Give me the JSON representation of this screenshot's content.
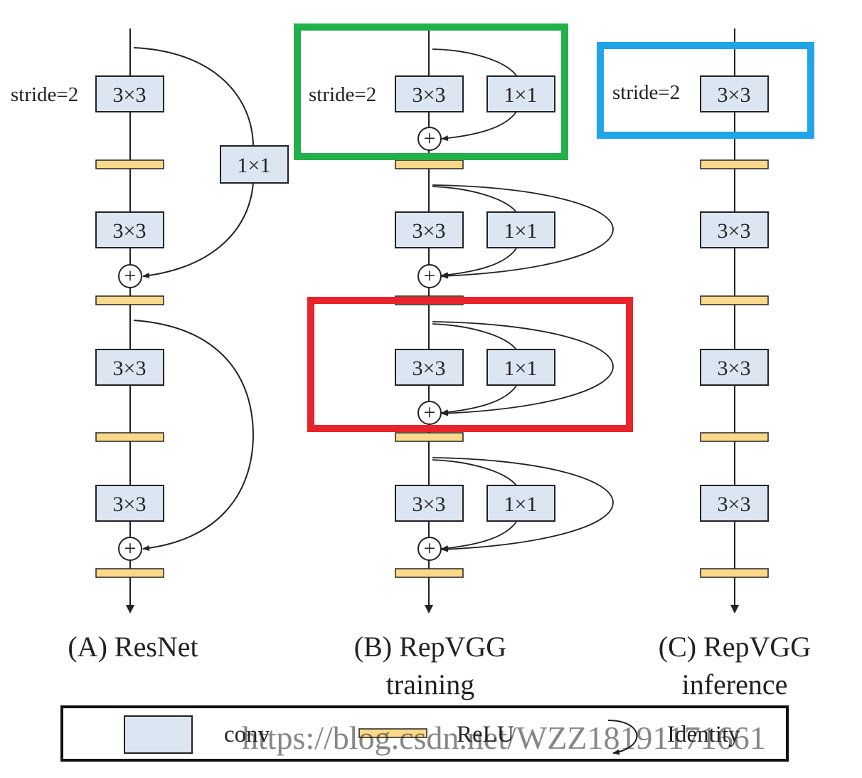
{
  "labels": {
    "conv3": "3×3",
    "conv1": "1×1",
    "stride": "stride=2",
    "plus": "+"
  },
  "captions": {
    "a": "(A) ResNet",
    "b_line1": "(B) RepVGG",
    "b_line2": "training",
    "c_line1": "(C) RepVGG",
    "c_line2": "inference"
  },
  "legend": {
    "conv": "conv",
    "relu": "ReLU",
    "identity": "Identity"
  },
  "watermark": "https://blog.csdn.net/WZZ18191171661",
  "colors": {
    "conv_fill": "#dce6f2",
    "relu_fill": "#fbd98b",
    "green_box": "#22b04b",
    "blue_box": "#22a5e8",
    "red_box": "#e8232a",
    "line": "#222222"
  }
}
